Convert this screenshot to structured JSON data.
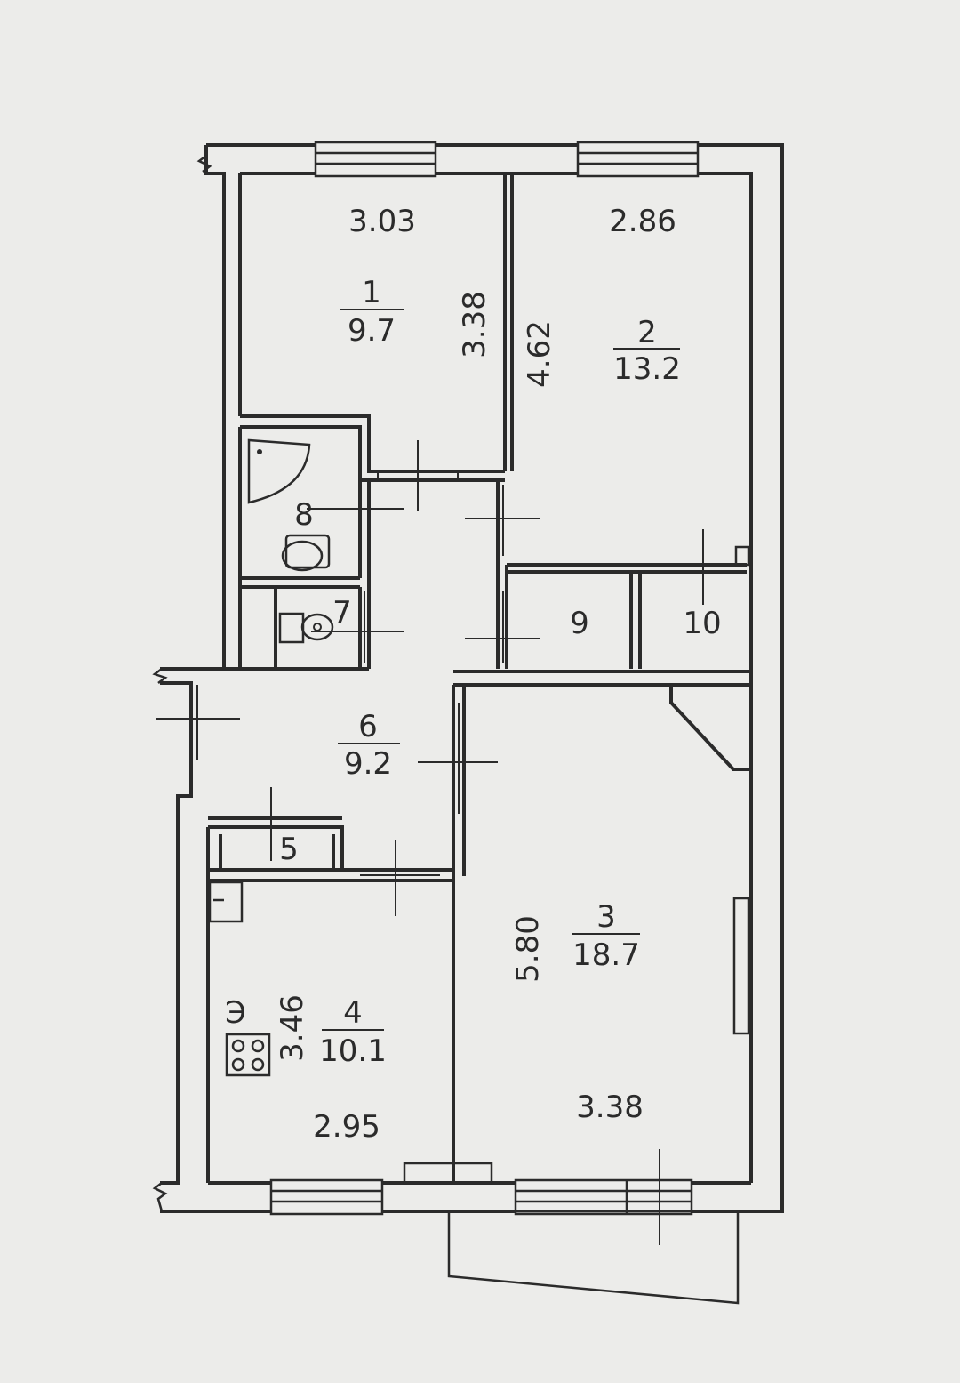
{
  "rooms": {
    "r1": {
      "number": "1",
      "area": "9.7"
    },
    "r2": {
      "number": "2",
      "area": "13.2"
    },
    "r3": {
      "number": "3",
      "area": "18.7"
    },
    "r4": {
      "number": "4",
      "area": "10.1"
    },
    "r5": {
      "number": "5"
    },
    "r6": {
      "number": "6",
      "area": "9.2"
    },
    "r7": {
      "number": "7"
    },
    "r8": {
      "number": "8"
    },
    "r9": {
      "number": "9"
    },
    "r10": {
      "number": "10"
    }
  },
  "dimensions": {
    "r1_width": "3.03",
    "r1_length": "3.38",
    "r2_width": "2.86",
    "r2_length": "4.62",
    "r3_length": "5.80",
    "r3_width": "3.38",
    "r4_length": "3.46",
    "r4_width": "2.95"
  },
  "symbols": {
    "electric_stove_mark": "Э"
  },
  "colors": {
    "paper": "#ececea",
    "ink": "#2b2b2b"
  }
}
